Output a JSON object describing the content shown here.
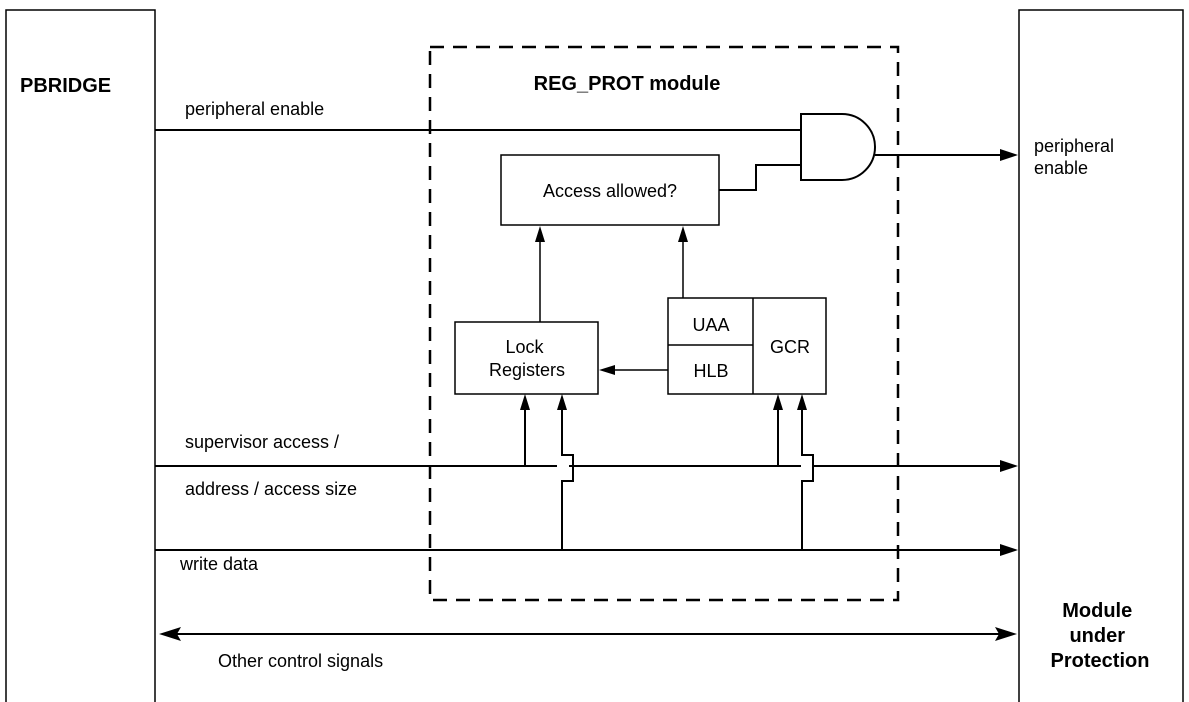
{
  "pbridge": {
    "title": "PBRIDGE"
  },
  "module": {
    "title_lines": [
      "Module",
      "under",
      "Protection"
    ]
  },
  "reg_prot": {
    "title": "REG_PROT module"
  },
  "signals": {
    "peripheral_enable_in": "peripheral enable",
    "peripheral_enable_out_lines": [
      "peripheral",
      "enable"
    ],
    "supervisor_access": "supervisor access /",
    "address_access_size": "address / access size",
    "write_data": "write data",
    "other_control": "Other control signals"
  },
  "blocks": {
    "access_allowed": "Access allowed?",
    "lock_registers_lines": [
      "Lock",
      "Registers"
    ],
    "uaa": "UAA",
    "hlb": "HLB",
    "gcr": "GCR"
  }
}
